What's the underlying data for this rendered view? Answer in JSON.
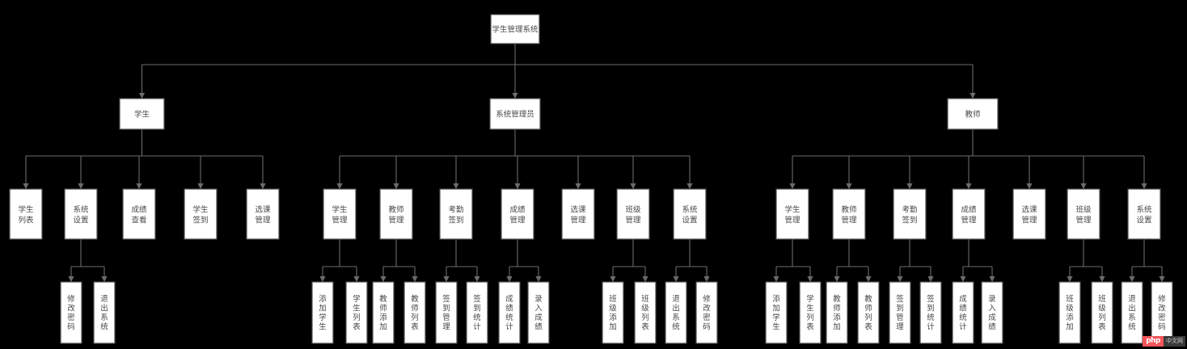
{
  "diagram": {
    "type": "tree",
    "title": "学生管理系统",
    "colors": {
      "background": "#000000",
      "node_fill": "#ffffff",
      "node_stroke": "#4d4d4d",
      "text": "#4a4a4a",
      "link": "#6b6b6b",
      "watermark_red": "#f4555a"
    },
    "root": {
      "label": "学生管理系统"
    },
    "level2": [
      {
        "label": "学生"
      },
      {
        "label": "系统管理员"
      },
      {
        "label": "教师"
      }
    ],
    "student_level3": [
      {
        "label": "学生列表"
      },
      {
        "label": "系统设置"
      },
      {
        "label": "成绩查看"
      },
      {
        "label": "学生签到"
      },
      {
        "label": "选课管理"
      }
    ],
    "student_level4": [
      {
        "label": "修改密码"
      },
      {
        "label": "退出系统"
      }
    ],
    "admin_level3": [
      {
        "label": "学生管理"
      },
      {
        "label": "教师管理"
      },
      {
        "label": "考勤签到"
      },
      {
        "label": "成绩管理"
      },
      {
        "label": "选课管理"
      },
      {
        "label": "班级管理"
      },
      {
        "label": "系统设置"
      }
    ],
    "admin_level4": [
      {
        "label": "添加学生"
      },
      {
        "label": "学生列表"
      },
      {
        "label": "教师添加"
      },
      {
        "label": "教师列表"
      },
      {
        "label": "签到管理"
      },
      {
        "label": "签到统计"
      },
      {
        "label": "成绩统计"
      },
      {
        "label": "录入成绩"
      },
      {
        "label": "班级添加"
      },
      {
        "label": "班级列表"
      },
      {
        "label": "退出系统"
      },
      {
        "label": "修改密码"
      }
    ],
    "teacher_level3": [
      {
        "label": "学生管理"
      },
      {
        "label": "教师管理"
      },
      {
        "label": "考勤签到"
      },
      {
        "label": "成绩管理"
      },
      {
        "label": "选课管理"
      },
      {
        "label": "班级管理"
      },
      {
        "label": "系统设置"
      }
    ],
    "teacher_level4": [
      {
        "label": "添加学生"
      },
      {
        "label": "学生列表"
      },
      {
        "label": "教师添加"
      },
      {
        "label": "教师列表"
      },
      {
        "label": "签到管理"
      },
      {
        "label": "签到统计"
      },
      {
        "label": "成绩统计"
      },
      {
        "label": "录入成绩"
      },
      {
        "label": "班级添加"
      },
      {
        "label": "班级列表"
      },
      {
        "label": "退出系统"
      },
      {
        "label": "修改密码"
      }
    ]
  },
  "watermark": {
    "badge": "php",
    "suffix": "中文网"
  }
}
